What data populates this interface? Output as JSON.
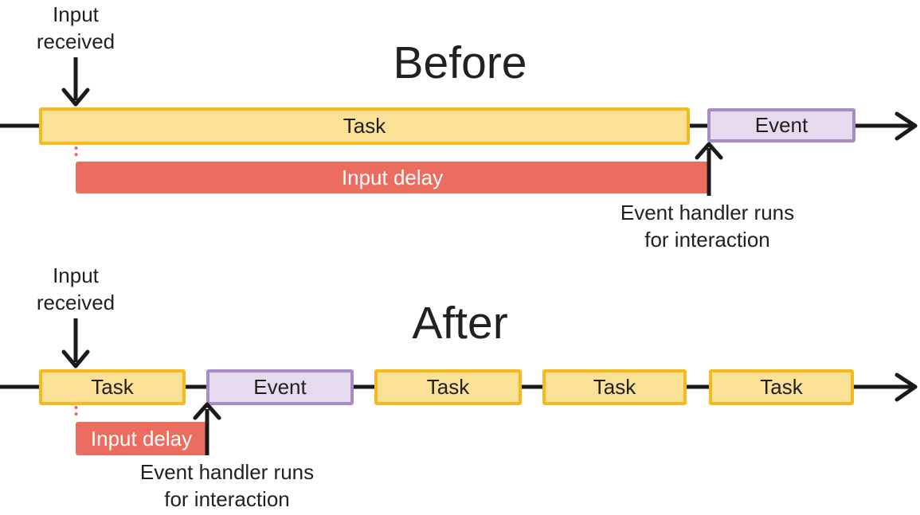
{
  "colors": {
    "task_fill": "#FBE196",
    "task_border": "#F4BA20",
    "event_fill": "#E6DAEE",
    "event_border": "#A98CC5",
    "delay_fill": "#EB6D60",
    "delay_text": "#FFFFFF",
    "line": "#1A1A1A",
    "text": "#212121"
  },
  "before": {
    "title": "Before",
    "input_received": "Input received",
    "task_label": "Task",
    "event_label": "Event",
    "input_delay_label": "Input delay",
    "handler_note": "Event handler runs for interaction"
  },
  "after": {
    "title": "After",
    "input_received": "Input received",
    "task_labels": [
      "Task",
      "Task",
      "Task",
      "Task"
    ],
    "event_label": "Event",
    "input_delay_label": "Input delay",
    "handler_note": "Event handler runs for interaction"
  }
}
